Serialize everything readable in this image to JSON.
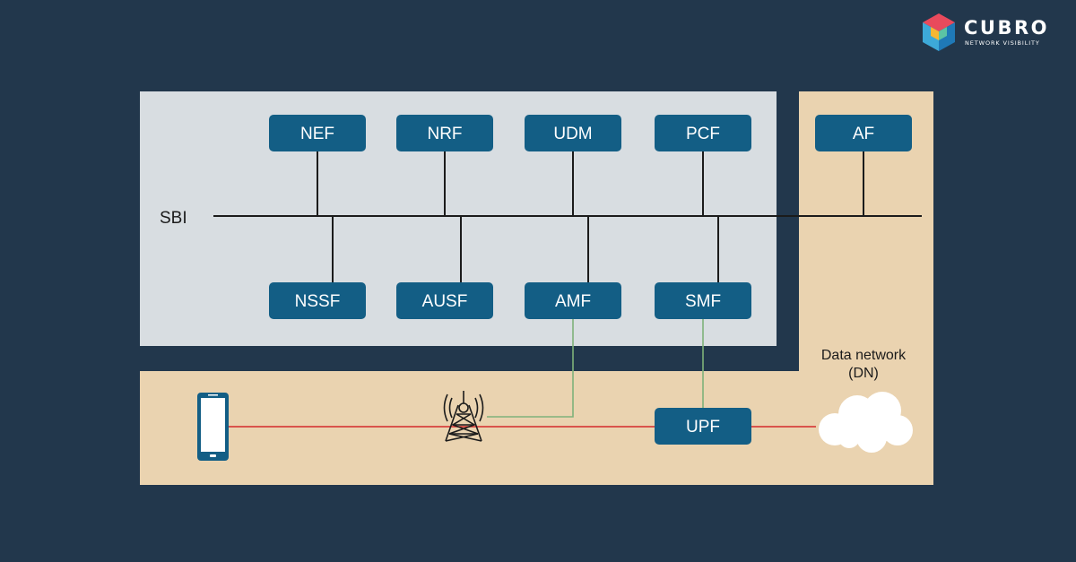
{
  "brand": {
    "name": "CUBRO",
    "tagline": "NETWORK VISIBILITY"
  },
  "bus": {
    "label": "SBI"
  },
  "functions": {
    "nef": "NEF",
    "nrf": "NRF",
    "udm": "UDM",
    "pcf": "PCF",
    "af": "AF",
    "nssf": "NSSF",
    "ausf": "AUSF",
    "amf": "AMF",
    "smf": "SMF",
    "upf": "UPF"
  },
  "data_network": {
    "line1": "Data network",
    "line2": "(DN)"
  },
  "colors": {
    "background": "#22374c",
    "core_panel": "#d8dde1",
    "user_plane_panel": "#ead3b0",
    "function_box": "#135e85",
    "control_link": "#7fb27a",
    "user_link": "#d42a2a"
  }
}
